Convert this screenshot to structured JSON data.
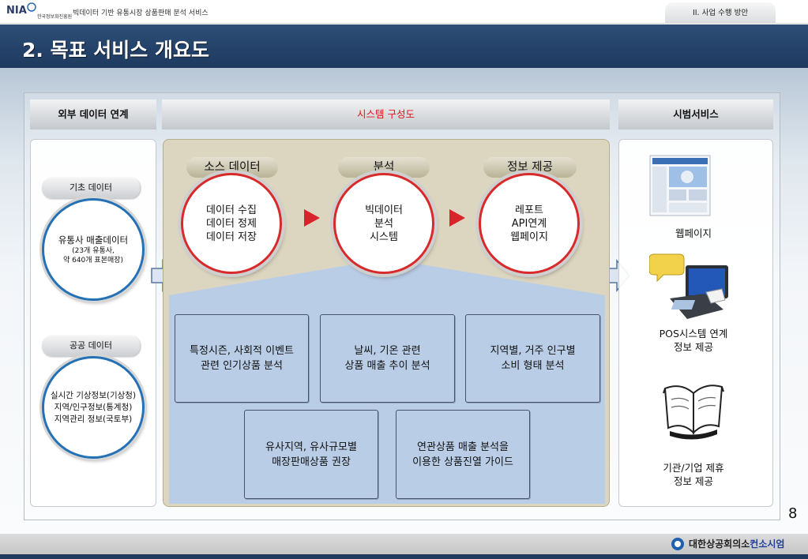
{
  "header": {
    "logo": "NIA",
    "logo_sub": "한국정보화진흥원",
    "doc_title": "빅데이터 기반 유통시장 상품판매 분석 서비스",
    "section_tab": "II. 사업 수행 방안",
    "page_title": "2. 목표 서비스 개요도"
  },
  "columns": {
    "left_header": "외부 데이터 연계",
    "center_header": "시스템 구성도",
    "right_header": "시범서비스"
  },
  "left": {
    "basic_label": "기초  데이터",
    "basic_main": "유통사 매출데이터",
    "basic_sub1": "(23개 유통사,",
    "basic_sub2": "약 640개 표본매장)",
    "public_label": "공공 데이터",
    "public_line1": "실시간 기상정보(기상청)",
    "public_line2": "지역/인구정보(통계청)",
    "public_line3": "지역관리 정보(국토부)"
  },
  "system": {
    "stages": [
      {
        "label": "소스 데이터",
        "lines": [
          "데이터 수집",
          "데이터 정제",
          "데이터 저장"
        ]
      },
      {
        "label": "분석",
        "lines": [
          "빅데이터",
          "분석",
          "시스템"
        ]
      },
      {
        "label": "정보 제공",
        "lines": [
          "레포트",
          "API연계",
          "웹페이지"
        ]
      }
    ],
    "analyses": [
      {
        "line1": "특정시즌, 사회적 이벤트",
        "line2": "관련 인기상품 분석"
      },
      {
        "line1": "날씨, 기온 관련",
        "line2": "상품 매출 추이 분석"
      },
      {
        "line1": "지역별, 거주 인구별",
        "line2": "소비 형태 분석"
      },
      {
        "line1": "유사지역, 유사규모별",
        "line2": "매장판매상품 권장"
      },
      {
        "line1": "연관상품 매출 분석을",
        "line2": "이용한 상품진열 가이드"
      }
    ]
  },
  "right": {
    "webpage": "웹페이지",
    "pos_line1": "POS시스템 연계",
    "pos_line2": "정보 제공",
    "org_line1": "기관/기업 제휴",
    "org_line2": "정보  제공"
  },
  "footer": {
    "page_number": "8",
    "org_a": "대한상공회의소",
    "org_b": "컨소시엄"
  },
  "colors": {
    "title_bar": "#1e3a5f",
    "stage_ring": "#d82a2a",
    "left_ring": "#2471b5",
    "analysis_fill": "#b9cde6",
    "system_bg": "#dcd6c0"
  }
}
